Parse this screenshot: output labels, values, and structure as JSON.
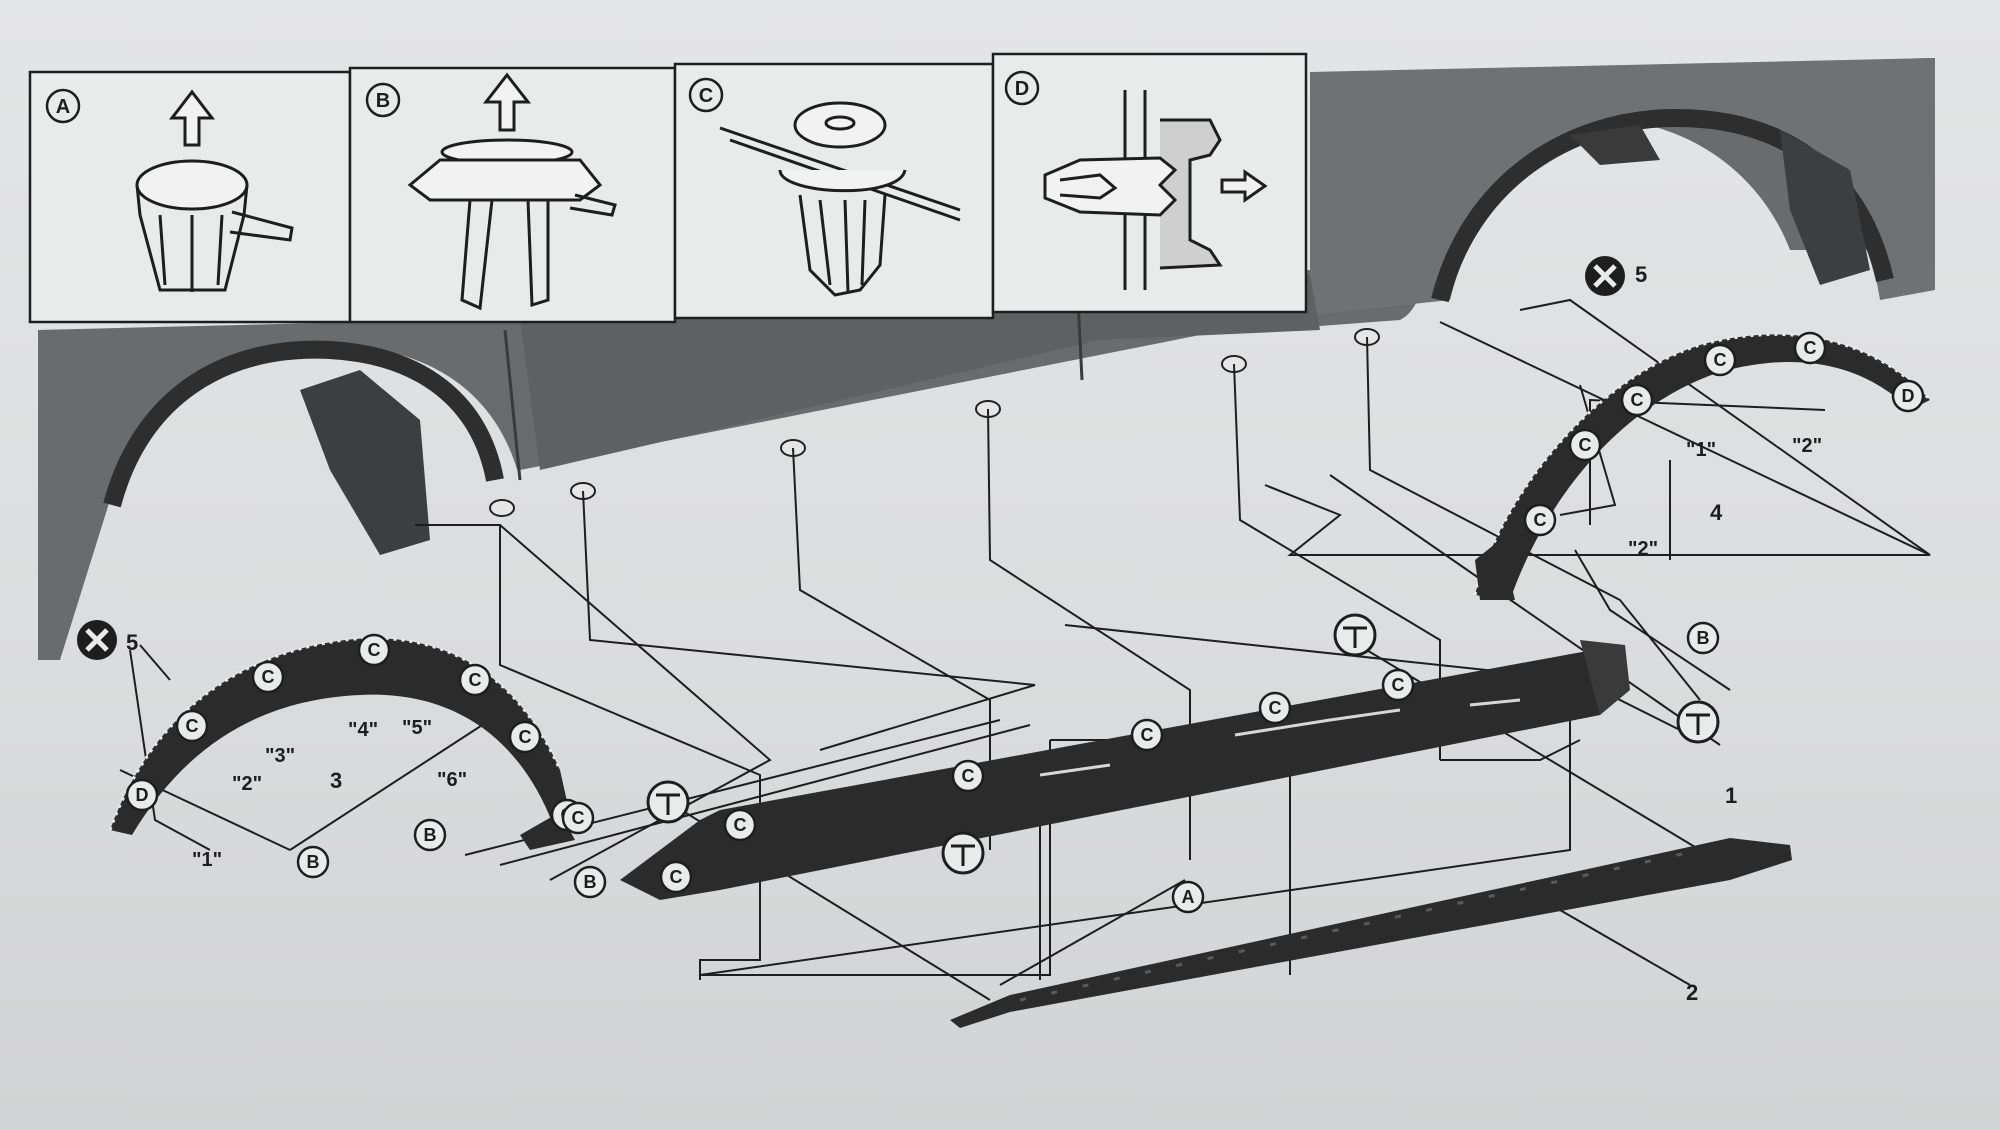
{
  "inset_panels": [
    {
      "letter": "A"
    },
    {
      "letter": "B"
    },
    {
      "letter": "C"
    },
    {
      "letter": "D"
    }
  ],
  "callouts": {
    "clip_a": "A",
    "clip_b": "B",
    "clip_c": "C",
    "clip_d": "D",
    "part_1": "1",
    "part_2": "2",
    "part_3": "3",
    "part_4": "4",
    "part_5": "5",
    "q1": "\"1\"",
    "q2": "\"2\"",
    "q3": "\"3\"",
    "q4": "\"4\"",
    "q5": "\"5\"",
    "q6": "\"6\""
  },
  "symbols": {
    "no_reuse": "x-circle-icon"
  },
  "colors": {
    "part_fill": "#2b2b2b",
    "body_fill": "#6a6b6c",
    "line": "#1e1e1e",
    "paper": "#dfe0e1"
  }
}
